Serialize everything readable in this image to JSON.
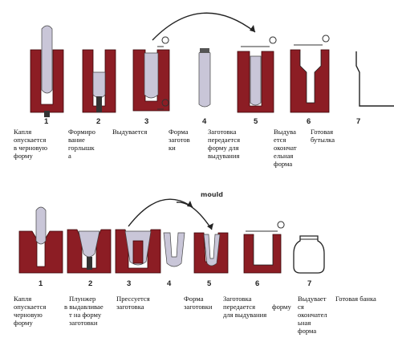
{
  "top_row": {
    "numbers": [
      "1",
      "2",
      "3",
      "4",
      "5",
      "6",
      "7"
    ],
    "captions": [
      [
        "Капля",
        "опускается",
        "в черновую",
        "форму"
      ],
      [
        "Формиро",
        "вание",
        "горлышк",
        "а"
      ],
      [
        "Выдувается"
      ],
      [
        "Форма",
        "заготов",
        "ки"
      ],
      [
        "Заготовка",
        "передается",
        "форму     для",
        "выдувания"
      ],
      [
        "Выдува",
        "ется",
        "окончат",
        "ельная",
        "форма"
      ],
      [
        "Готовая",
        "бутылка"
      ]
    ]
  },
  "bottom_row": {
    "header_fragment": "mould",
    "numbers": [
      "1",
      "2",
      "3",
      "4",
      "5",
      "6",
      "7"
    ],
    "captions": [
      [
        "Капля",
        "опускается",
        "черновую",
        "форму"
      ],
      [
        "Плунжер",
        "в выдавливае",
        "т   на  форму",
        "заготовки"
      ],
      [
        "Прессуется",
        "заготовка"
      ],
      [
        "Форма",
        "заготовки"
      ],
      [
        "Заготовка",
        "передается",
        "для выдувания"
      ],
      [
        "форму"
      ],
      [
        "Выдувает",
        "ся",
        "окончател",
        "ьная",
        "форма"
      ],
      [
        "Готовая банка"
      ]
    ]
  },
  "colors": {
    "mold": "#8c1d24",
    "gob": "#c9c6d8",
    "ink": "#222222"
  }
}
